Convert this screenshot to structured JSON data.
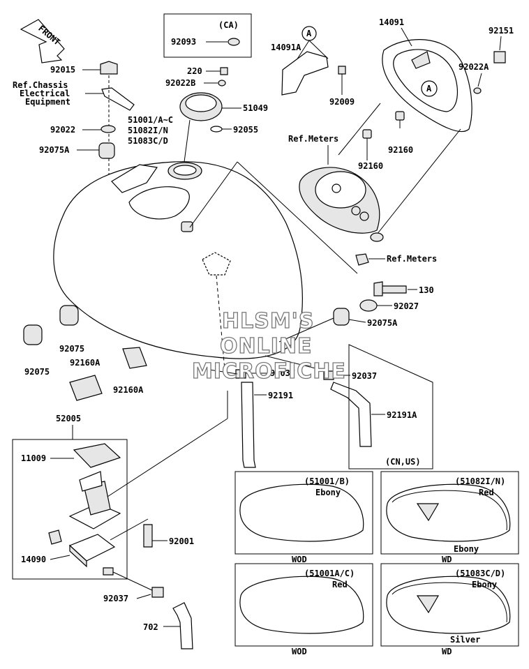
{
  "labels": {
    "front": "FRONT",
    "ca": "(CA)",
    "p92093": "92093",
    "p92015": "92015",
    "ref_chassis_1": "Ref.Chassis",
    "ref_chassis_2": "Electrical",
    "ref_chassis_3": "Equipment",
    "p92022": "92022",
    "p92075A_left": "92075A",
    "p220": "220",
    "p92022B": "92022B",
    "p51049": "51049",
    "p51001": "51001/A~C",
    "p51082": "51082I/N",
    "p51083": "51083C/D",
    "p92055": "92055",
    "p14091A": "14091A",
    "circleA_1": "A",
    "p92009": "92009",
    "p14091": "14091",
    "circleA_2": "A",
    "p92151": "92151",
    "p92022A": "92022A",
    "ref_meters_1": "Ref.Meters",
    "p92160_a": "92160",
    "p92160_b": "92160",
    "ref_meters_2": "Ref.Meters",
    "p130": "130",
    "p92027": "92027",
    "p92075A_right": "92075A",
    "p92075_a": "92075",
    "p92075_b": "92075",
    "p92160A_a": "92160A",
    "p92160A_b": "92160A",
    "p92037_mid": "92037",
    "p92037_right": "92037",
    "p92191": "92191",
    "p92191A": "92191A",
    "cn_us": "(CN,US)",
    "p52005": "52005",
    "p11009": "11009",
    "p92001": "92001",
    "p14090": "14090",
    "p92037_bottom": "92037",
    "p702": "702"
  },
  "variants": [
    {
      "code": "(51001/B)",
      "color1": "Ebony",
      "color2": "",
      "type": "WOD"
    },
    {
      "code": "(51082I/N)",
      "color1": "Red",
      "color2": "Ebony",
      "type": "WD"
    },
    {
      "code": "(51001A/C)",
      "color1": "Red",
      "color2": "",
      "type": "WOD"
    },
    {
      "code": "(51083C/D)",
      "color1": "Ebony",
      "color2": "Silver",
      "type": "WD"
    }
  ],
  "watermark": [
    "HLSM'S",
    "ONLINE",
    "MICROFICHE"
  ]
}
